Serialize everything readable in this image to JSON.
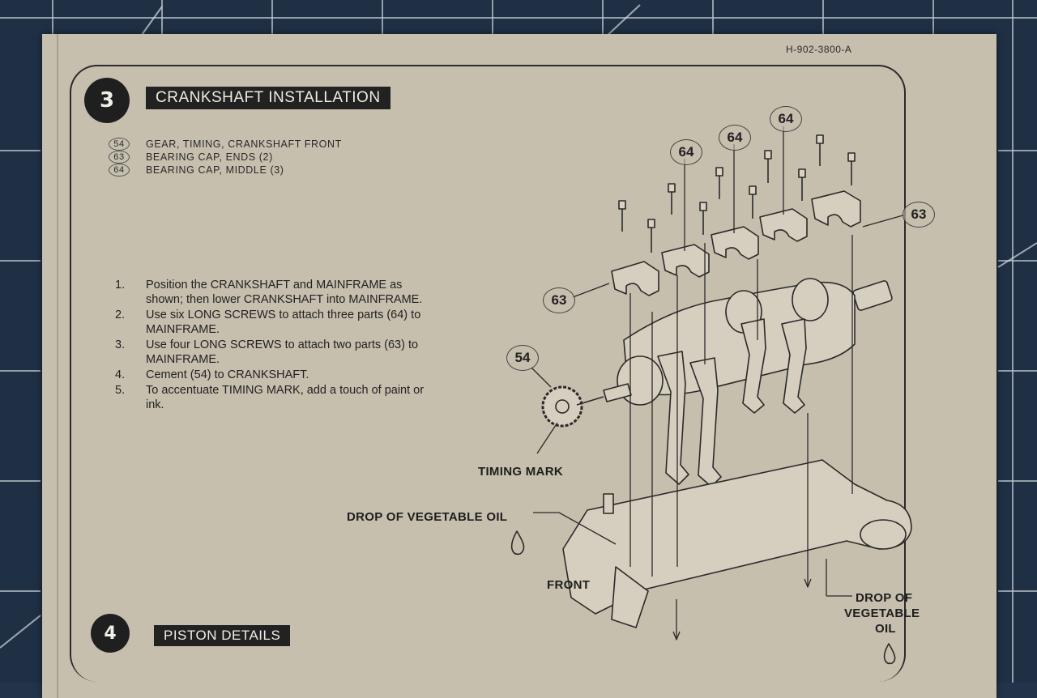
{
  "document": {
    "number": "H-902-3800-A"
  },
  "step3": {
    "number": "3",
    "title": "CRANKSHAFT INSTALLATION",
    "parts": [
      {
        "num": "54",
        "desc": "GEAR, TIMING, CRANKSHAFT FRONT"
      },
      {
        "num": "63",
        "desc": "BEARING CAP, ENDS (2)"
      },
      {
        "num": "64",
        "desc": "BEARING CAP, MIDDLE (3)"
      }
    ],
    "steps": [
      {
        "n": "1.",
        "text": "Position the CRANKSHAFT and MAINFRAME as shown; then lower CRANKSHAFT into MAINFRAME."
      },
      {
        "n": "2.",
        "text": "Use six LONG SCREWS to attach three parts (64) to MAINFRAME."
      },
      {
        "n": "3.",
        "text": "Use four LONG SCREWS to attach two parts (63) to MAINFRAME."
      },
      {
        "n": "4.",
        "text": "Cement (54) to CRANKSHAFT."
      },
      {
        "n": "5.",
        "text": "To accentuate TIMING MARK, add a touch of paint or ink."
      }
    ]
  },
  "diagram": {
    "callouts": {
      "c64a": "64",
      "c64b": "64",
      "c64c": "64",
      "c63right": "63",
      "c63left": "63",
      "c54": "54"
    },
    "labels": {
      "timing_mark": "TIMING MARK",
      "drop_oil_left": "DROP OF VEGETABLE OIL",
      "front": "FRONT",
      "drop_oil_right_1": "DROP OF",
      "drop_oil_right_2": "VEGETABLE",
      "drop_oil_right_3": "OIL"
    }
  },
  "step4": {
    "number": "4",
    "title": "PISTON DETAILS"
  },
  "colors": {
    "paper": "#c6bfae",
    "ink": "#222222",
    "mat": "#1f3045"
  }
}
